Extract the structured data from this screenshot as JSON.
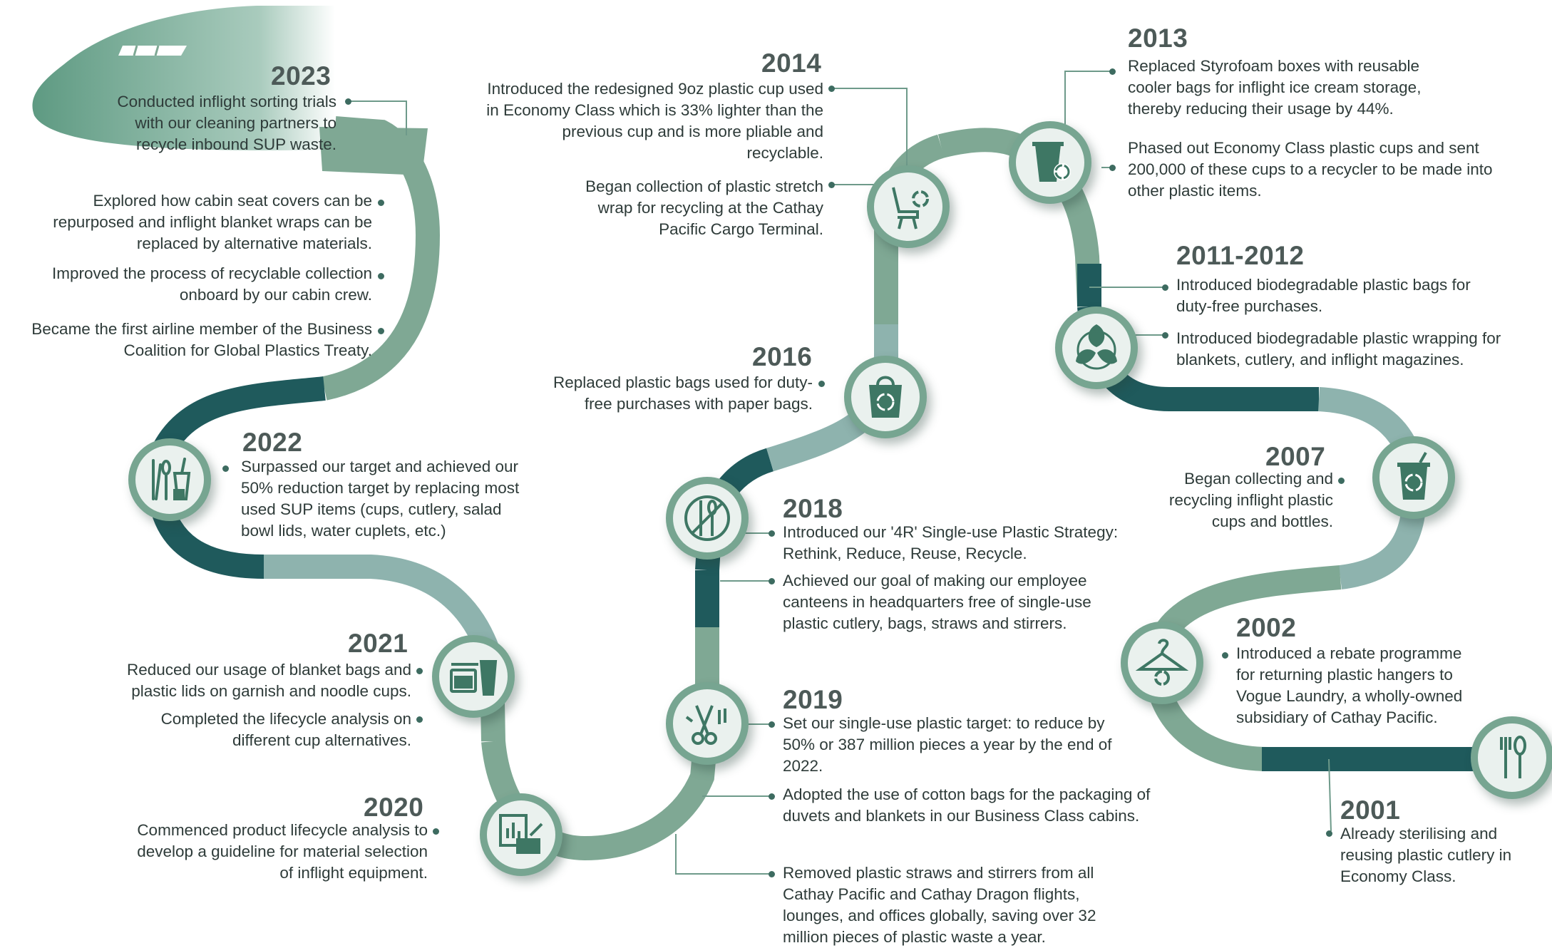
{
  "milestones": [
    {
      "year": "2023",
      "items": [
        "Conducted inflight sorting trials with our cleaning partners to recycle inbound SUP waste.",
        "Explored how cabin seat covers can be repurposed and inflight blanket wraps can be replaced by alternative materials.",
        "Improved the process of recyclable collection onboard by our cabin crew.",
        "Became the first airline member of the Business Coalition for Global Plastics Treaty."
      ]
    },
    {
      "year": "2022",
      "items": [
        "Surpassed our target and achieved our 50% reduction target by replacing most used SUP items (cups, cutlery, salad bowl lids, water cuplets, etc.)"
      ]
    },
    {
      "year": "2021",
      "items": [
        "Reduced our usage of blanket bags and plastic lids on garnish and noodle cups.",
        "Completed the lifecycle analysis on different cup alternatives."
      ]
    },
    {
      "year": "2020",
      "items": [
        "Commenced product lifecycle analysis to develop a guideline for material selection of inflight equipment."
      ]
    },
    {
      "year": "2019",
      "items": [
        "Set our single-use plastic target: to reduce by 50% or 387 million pieces a year by the end of 2022.",
        "Adopted the use of cotton bags for the packaging of duvets and blankets in our Business Class cabins.",
        "Removed plastic straws and stirrers from all Cathay Pacific and Cathay Dragon flights, lounges, and offices globally, saving over 32 million pieces of plastic waste a year."
      ]
    },
    {
      "year": "2018",
      "items": [
        "Introduced our '4R' Single-use Plastic Strategy: Rethink, Reduce, Reuse, Recycle.",
        "Achieved our goal of making our employee canteens in headquarters free of single-use plastic cutlery, bags, straws and stirrers."
      ]
    },
    {
      "year": "2016",
      "items": [
        "Replaced plastic bags used for duty-free purchases with paper bags."
      ]
    },
    {
      "year": "2014",
      "items": [
        "Introduced the redesigned 9oz plastic cup used in Economy Class which is 33% lighter than the previous cup and is more pliable and recyclable.",
        "Began collection of plastic stretch wrap for recycling at the Cathay Pacific Cargo Terminal."
      ]
    },
    {
      "year": "2013",
      "items": [
        "Replaced Styrofoam boxes with reusable cooler bags for inflight ice cream storage, thereby reducing their usage by 44%.",
        "Phased out Economy Class plastic cups and sent 200,000 of these cups to a recycler to be made into other plastic items."
      ]
    },
    {
      "year": "2011-2012",
      "items": [
        "Introduced biodegradable plastic bags for duty-free purchases.",
        "Introduced biodegradable plastic wrapping for blankets, cutlery, and inflight magazines."
      ]
    },
    {
      "year": "2007",
      "items": [
        "Began collecting and recycling inflight plastic cups and bottles."
      ]
    },
    {
      "year": "2002",
      "items": [
        "Introduced a rebate programme for returning plastic hangers to Vogue Laundry, a wholly-owned subsidiary of Cathay Pacific."
      ]
    },
    {
      "year": "2001",
      "items": [
        "Already sterilising and reusing plastic cutlery in Economy Class."
      ]
    }
  ],
  "icons": [
    "aircraft-nose-icon",
    "cutlery-cup-recycle-icon",
    "meal-tray-cup-icon",
    "chart-card-icon",
    "scissors-cutlery-icon",
    "no-plastic-cutlery-icon",
    "recycle-bag-icon",
    "seat-recycle-icon",
    "cup-recycle-icon",
    "leaf-recycle-icon",
    "recycle-bin-icon",
    "hanger-recycle-icon",
    "cutlery-icon"
  ],
  "colors": {
    "road_light": "#7fa894",
    "road_pale": "#8eb3ae",
    "road_dark": "#1f5a5c",
    "node_border": "#77a591",
    "node_fill": "#eaf1ee",
    "icon": "#3e7764",
    "text": "#2e3b39",
    "year": "#4d5a58"
  }
}
